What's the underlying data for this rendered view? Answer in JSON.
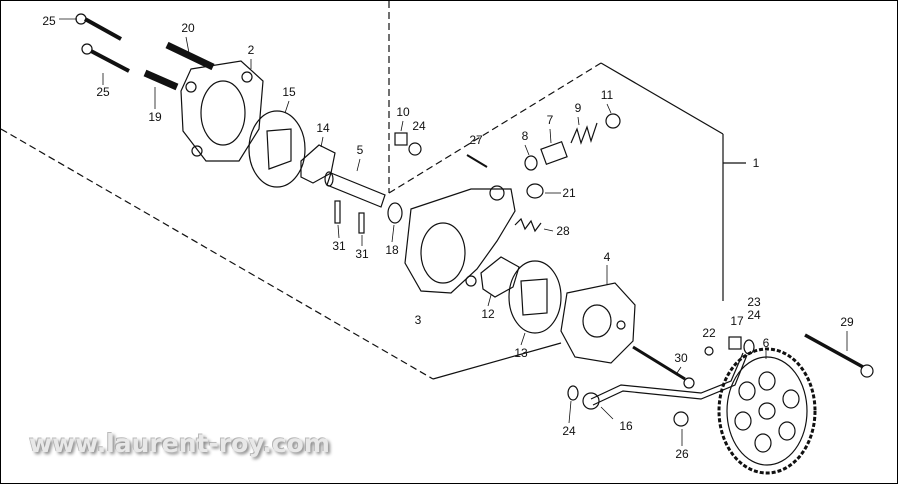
{
  "diagram": {
    "labels": [
      "25",
      "20",
      "2",
      "25",
      "19",
      "15",
      "14",
      "5",
      "10",
      "24",
      "27",
      "8",
      "7",
      "9",
      "11",
      "1",
      "21",
      "28",
      "31",
      "31",
      "18",
      "3",
      "4",
      "12",
      "13",
      "22",
      "17",
      "23",
      "24",
      "29",
      "6",
      "30",
      "24",
      "16",
      "26"
    ],
    "watermark": "www.laurent-roy.com"
  }
}
